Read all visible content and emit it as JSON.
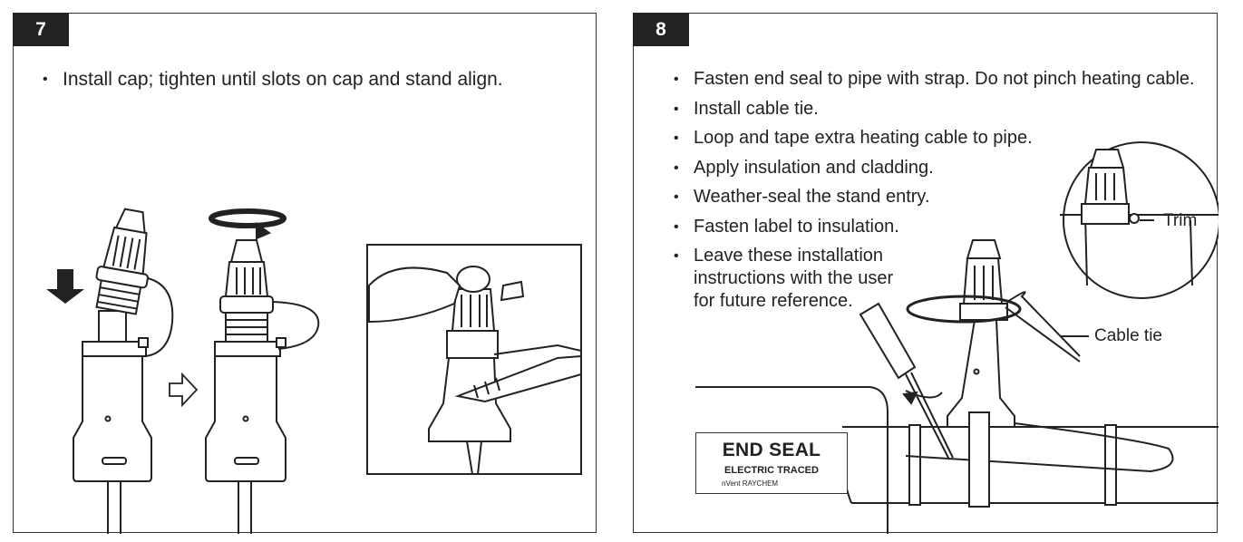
{
  "step7": {
    "number": "7",
    "bullets": [
      "Install cap; tighten until slots on cap and stand align."
    ]
  },
  "step8": {
    "number": "8",
    "bullets": [
      "Fasten end seal to pipe with strap. Do not pinch heating cable.",
      "Install cable tie.",
      "Loop and tape extra heating cable to pipe.",
      "Apply insulation and cladding.",
      "Weather-seal the stand entry.",
      "Fasten label to insulation.",
      "Leave these installation instructions with the user for future reference."
    ],
    "callouts": {
      "trim": "Trim",
      "cable_tie": "Cable tie"
    },
    "label_tag": {
      "title": "END SEAL",
      "subtitle": "ELECTRIC TRACED",
      "brand": "nVent RAYCHEM"
    }
  },
  "icons": [
    "down-arrow-icon",
    "right-arrow-icon",
    "rotate-arrow-icon",
    "screwdriver-icon",
    "wrench-icon",
    "pliers-icon"
  ]
}
